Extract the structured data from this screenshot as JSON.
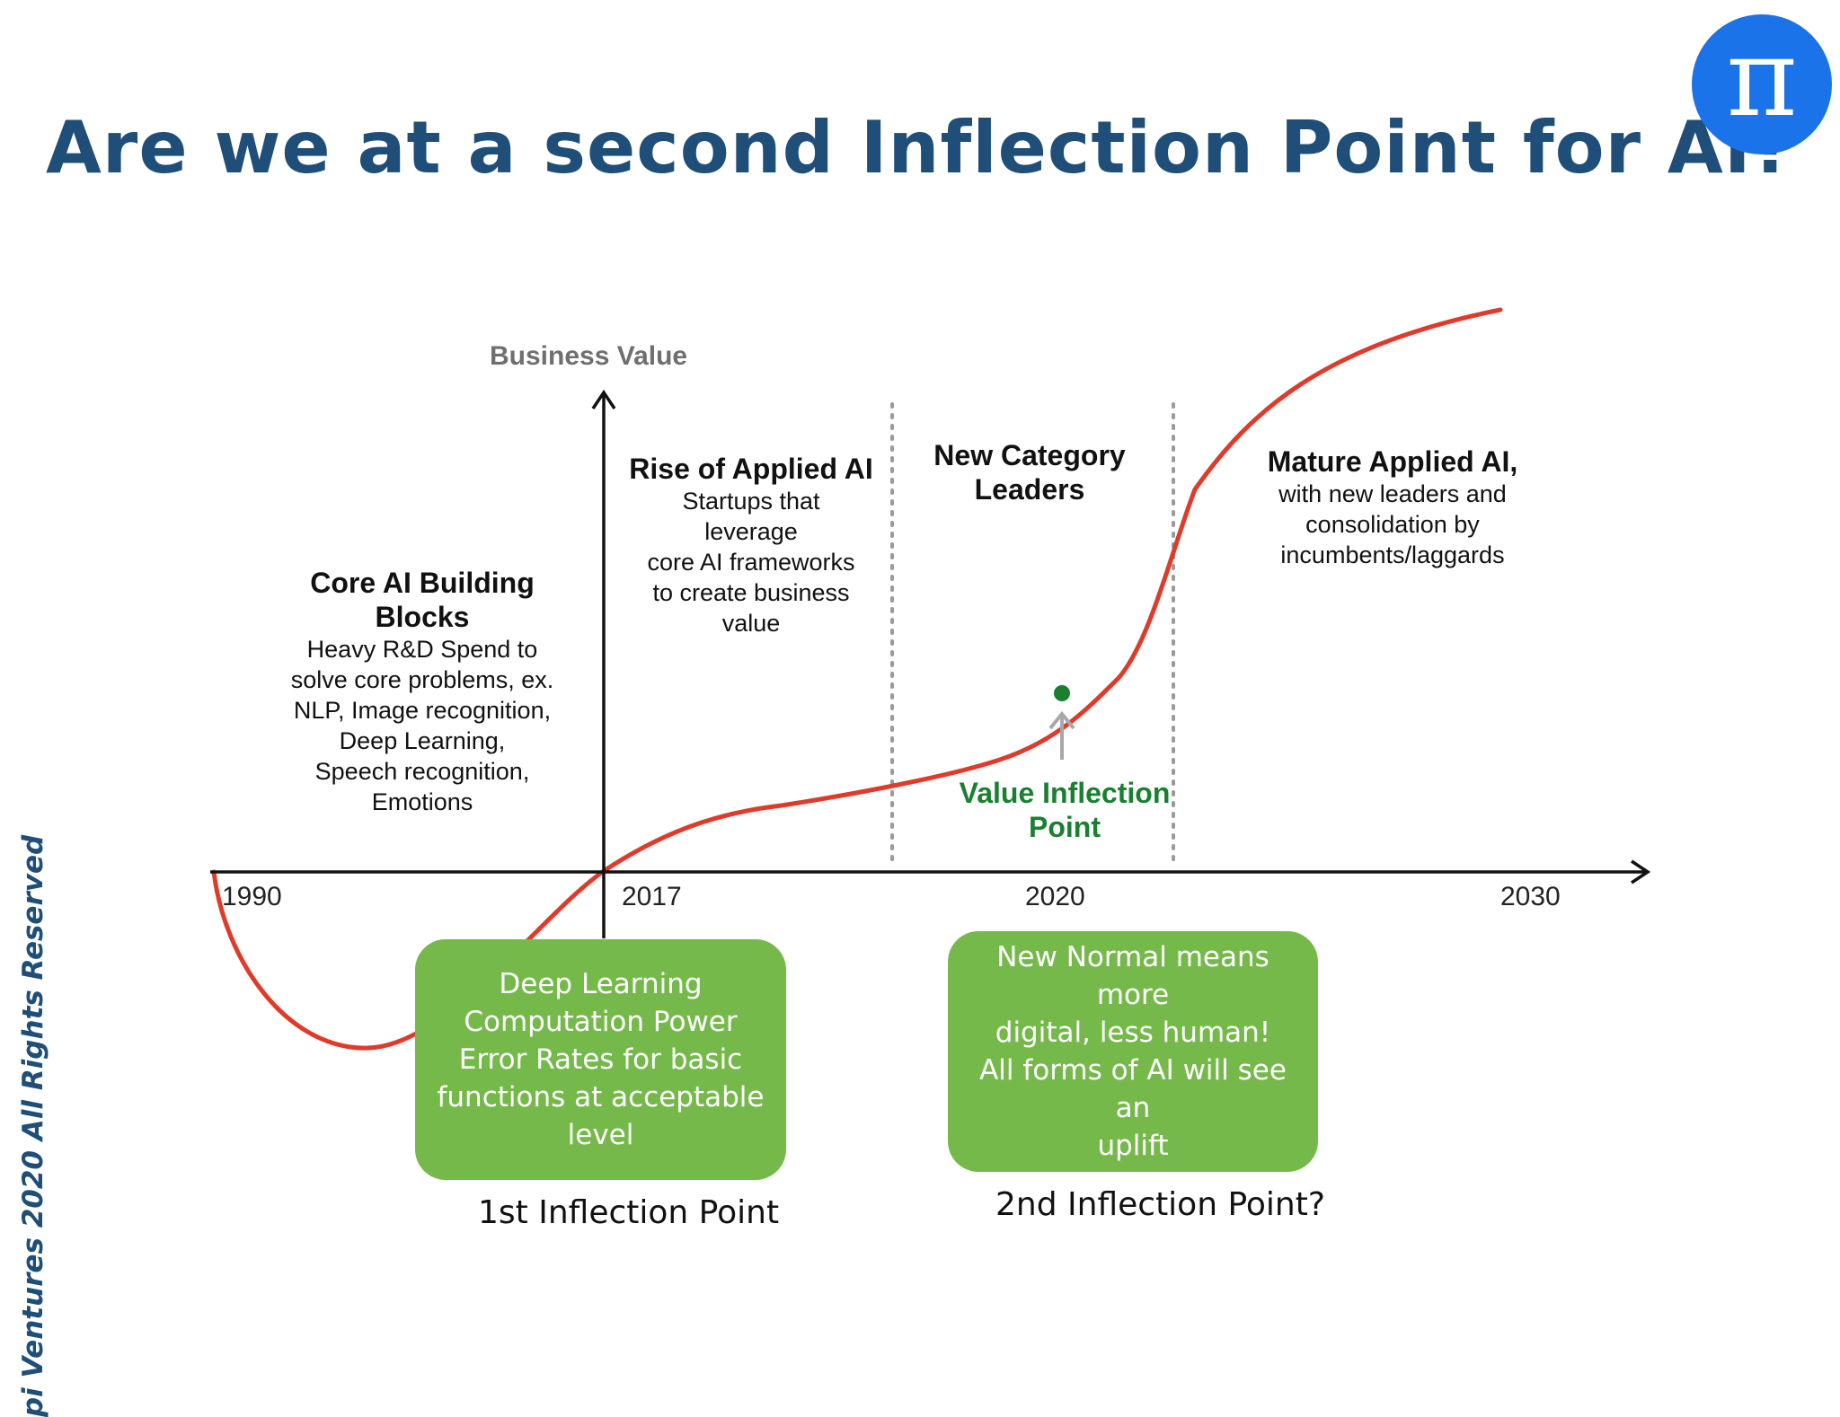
{
  "title": "Are we at a second Inflection Point for AI?",
  "logo": {
    "glyph": "π",
    "color": "#1a73e8",
    "icon": "pi-icon"
  },
  "watermark": "pi Ventures 2020 All Rights Reserved",
  "axis": {
    "y_label": "Business Value"
  },
  "years": [
    "1990",
    "2017",
    "2020",
    "2030"
  ],
  "phases": {
    "core": {
      "heading": "Core AI Building Blocks",
      "body": [
        "Heavy R&D Spend to",
        "solve core problems, ex.",
        "NLP, Image recognition,",
        "Deep Learning,",
        "Speech recognition,",
        "Emotions"
      ]
    },
    "rise": {
      "heading": "Rise of Applied AI",
      "body": [
        "Startups that",
        "leverage",
        "core AI frameworks",
        "to  create business",
        "value"
      ]
    },
    "leaders": {
      "heading": "New Category Leaders",
      "body": []
    },
    "mature": {
      "heading": "Mature Applied AI,",
      "body": [
        "with new leaders and",
        "consolidation by",
        "incumbents/laggards"
      ]
    }
  },
  "value_inflection": "Value Inflection Point",
  "inflection_boxes": [
    {
      "lines": [
        "Deep Learning",
        "Computation Power",
        "Error Rates for basic",
        "functions at acceptable",
        "level"
      ],
      "caption": "1st Inflection Point"
    },
    {
      "lines": [
        "New Normal means more",
        "digital, less human!",
        "All forms of AI will see an",
        "uplift"
      ],
      "caption": "2nd Inflection Point?"
    }
  ],
  "colors": {
    "curve": "#e03a2a",
    "box": "#76b94b",
    "accent_green": "#198030",
    "title": "#1f4e79"
  }
}
